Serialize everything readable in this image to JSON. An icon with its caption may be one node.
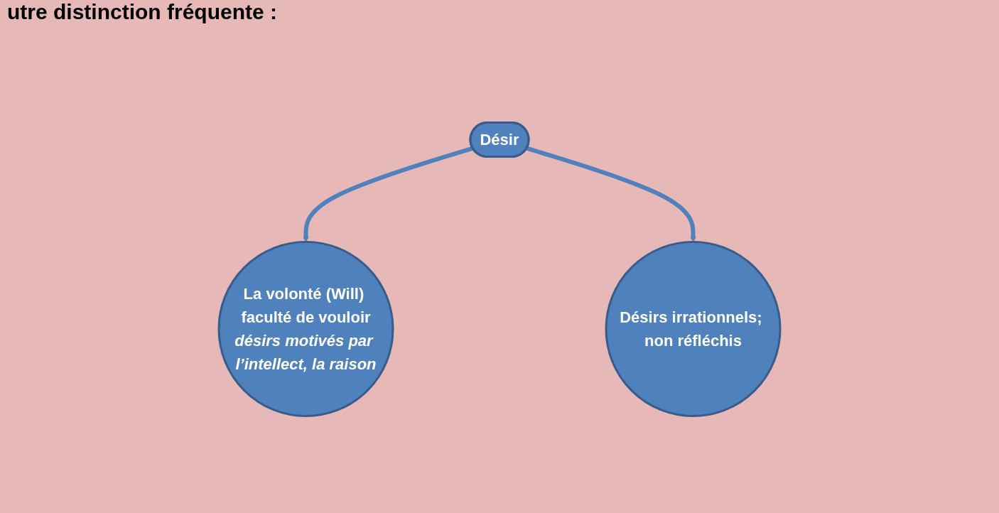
{
  "diagram": {
    "title": "utre distinction fréquente :",
    "nodes": [
      {
        "text": [
          "Désir"
        ]
      },
      {
        "text": [
          "La volonté (Will) faculté de vouloir",
          "désirs motivés par l’intellect, la raison"
        ]
      },
      {
        "text": [
          "Désirs irrationnels; non réfléchis"
        ]
      }
    ],
    "edges": [
      {
        "from": 0,
        "to": 1,
        "arrow": "to"
      },
      {
        "from": 0,
        "to": 2,
        "arrow": "to"
      }
    ]
  }
}
